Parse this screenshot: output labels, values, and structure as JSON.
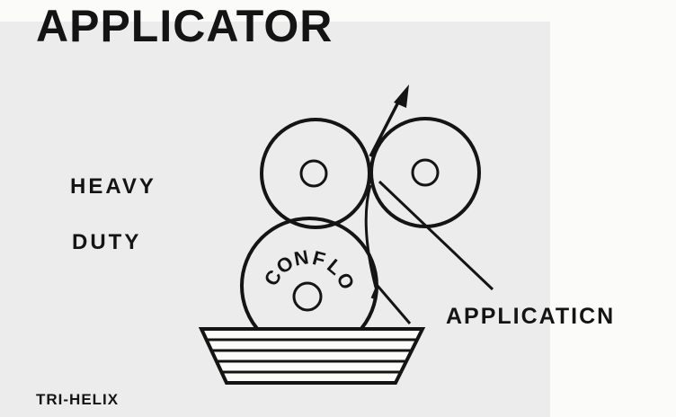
{
  "title": "APPLICATOR",
  "labels": {
    "heavy": "HEAVY",
    "duty": "DUTY",
    "application": "APPLICATICN",
    "tri_helix": "TRI-HELIX"
  },
  "roller": {
    "letters": [
      "C",
      "O",
      "N",
      "F",
      "L",
      "O"
    ]
  }
}
